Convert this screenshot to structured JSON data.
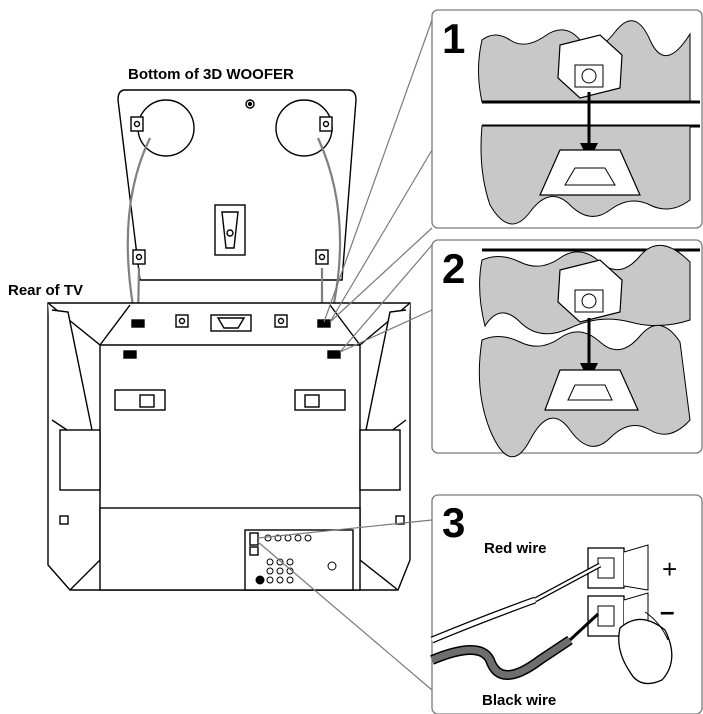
{
  "labels": {
    "woofer_bottom": "Bottom of 3D WOOFER",
    "tv_rear": "Rear of TV"
  },
  "steps": [
    {
      "number": "1"
    },
    {
      "number": "2"
    },
    {
      "number": "3",
      "red_wire": "Red wire",
      "black_wire": "Black wire",
      "plus": "+",
      "minus": "–"
    }
  ],
  "colors": {
    "line": "#000000",
    "panel_fill": "#c8c8c8",
    "panel_border": "#7a7a7a",
    "wire_gray": "#6e6e6e"
  }
}
